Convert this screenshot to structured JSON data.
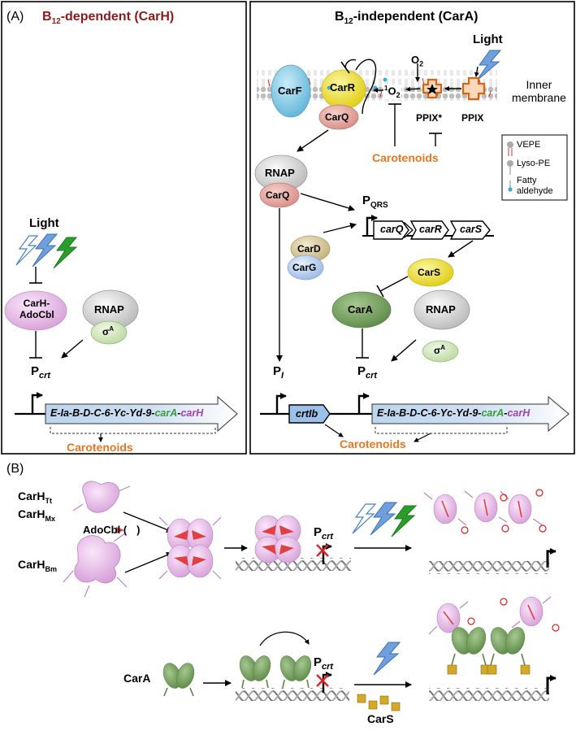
{
  "panel_a": {
    "label": "(A)",
    "left_title_main": "B",
    "left_title_sub": "12",
    "left_title_rest": "-dependent (CarH)",
    "right_title_main": "B",
    "right_title_sub": "12",
    "right_title_rest": "-independent (CarA)",
    "light_left": "Light",
    "carh_adocbl_line1": "CarH-",
    "carh_adocbl_line2": "AdoCbl",
    "rnap": "RNAP",
    "sigma": "σ",
    "sigma_sup": "A",
    "pcrt_p": "P",
    "pcrt_sub": "crt",
    "operon_text": "E-Ia-B-D-C-6-Yc-Yd-9-",
    "operon_cara": "carA",
    "operon_dash": "-",
    "operon_carh": "carH",
    "carotenoids": "Carotenoids",
    "light_right": "Light",
    "o2_top": "O",
    "o2_top_sub": "2",
    "singlet_o2_sup": "1",
    "singlet_o2": "O",
    "singlet_o2_sub": "2",
    "inner_membrane_1": "Inner",
    "inner_membrane_2": "membrane",
    "carf": "CarF",
    "carr": "CarR",
    "carq": "CarQ",
    "ppix_star": "PPIX*",
    "ppix": "PPIX",
    "legend_vepe": "VEPE",
    "legend_lyso": "Lyso-PE",
    "legend_fatty_1": "Fatty",
    "legend_fatty_2": "aldehyde",
    "pqrs_p": "P",
    "pqrs_sub": "QRS",
    "gene_carq": "carQ",
    "gene_carr": "carR",
    "gene_cars": "carS",
    "card": "CarD",
    "carg": "CarG",
    "cars": "CarS",
    "cara": "CarA",
    "pi_p": "P",
    "pi_sub": "I",
    "crtib": "crtIb"
  },
  "panel_b": {
    "label": "(B)",
    "carh_tt_main": "CarH",
    "carh_tt_sub": "Tt",
    "carh_mx_main": "CarH",
    "carh_mx_sub": "Mx",
    "carh_bm_main": "CarH",
    "carh_bm_sub": "Bm",
    "adocbl": "AdoCbl (",
    "adocbl_close": ")",
    "pcrt_p": "P",
    "pcrt_sub": "crt",
    "cara": "CarA",
    "cars": "CarS"
  },
  "colors": {
    "dark_red": "#8b1a1a",
    "orange": "#e87722",
    "carh_pink": "#d9a6dd",
    "cara_green": "#6f9a5a",
    "cars_yellow": "#f0e030",
    "operon_blue": "#bcd6ee",
    "carf_blue": "#7ec8e3",
    "carq_pink": "#e6a8a0",
    "rnap_grey": "#d8d8d8",
    "sigma_green": "#d4e8c0",
    "card_tan": "#d8cc9c",
    "carg_blue": "#b8cdec",
    "cars_square": "#d4a828"
  },
  "icons": [
    "light-bolt-icon",
    "repression-bar-icon",
    "activation-arrow-icon",
    "promoter-arrow-icon",
    "dna-helix-icon",
    "x-mark-icon",
    "star-icon"
  ]
}
